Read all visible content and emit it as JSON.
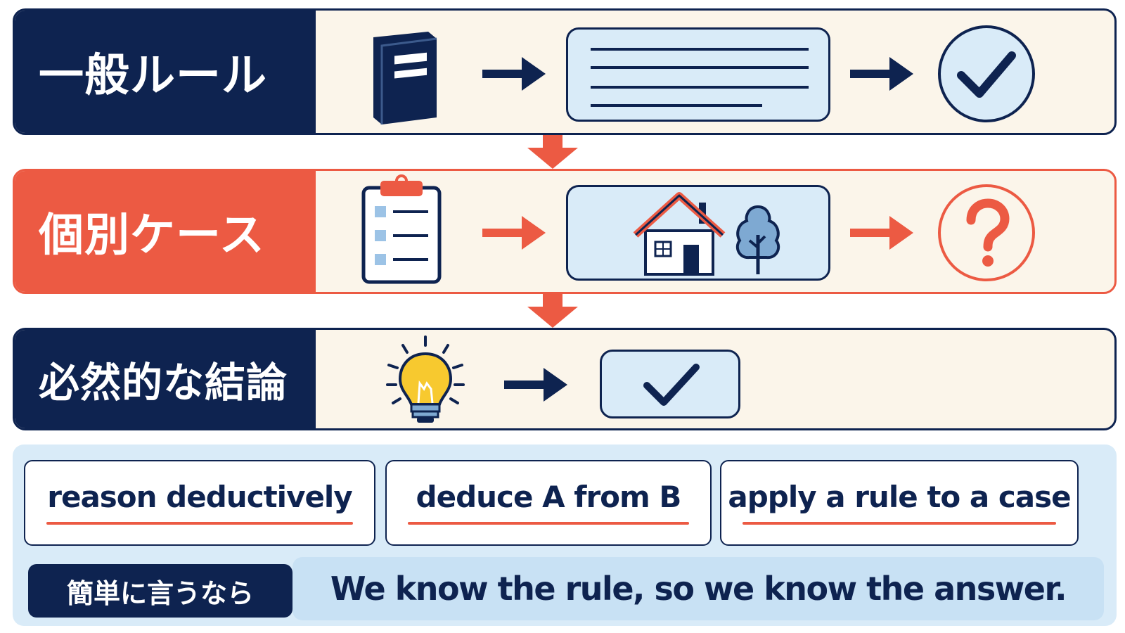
{
  "rows": [
    {
      "label": "一般ルール"
    },
    {
      "label": "個別ケース"
    },
    {
      "label": "必然的な結論"
    }
  ],
  "phrases": [
    "reason deductively",
    "deduce A from B",
    "apply a rule to a case"
  ],
  "summary": {
    "label": "簡単に言うなら",
    "text": "We know the rule, so we know the answer."
  },
  "icons": {
    "row1": [
      "book-icon",
      "arrow-right-icon",
      "lined-text-box",
      "arrow-right-icon",
      "checkmark-circle-icon"
    ],
    "row2": [
      "clipboard-icon",
      "arrow-right-icon",
      "house-icon",
      "tree-icon",
      "arrow-right-icon",
      "question-mark-circle-icon"
    ],
    "row3": [
      "lightbulb-icon",
      "arrow-right-icon",
      "checkmark-box-icon"
    ]
  },
  "colors": {
    "navy": "#0e2350",
    "coral": "#ec5a43",
    "cream": "#fbf5ea",
    "light_blue": "#d9ebf8",
    "bulb_yellow": "#f7c92f"
  }
}
